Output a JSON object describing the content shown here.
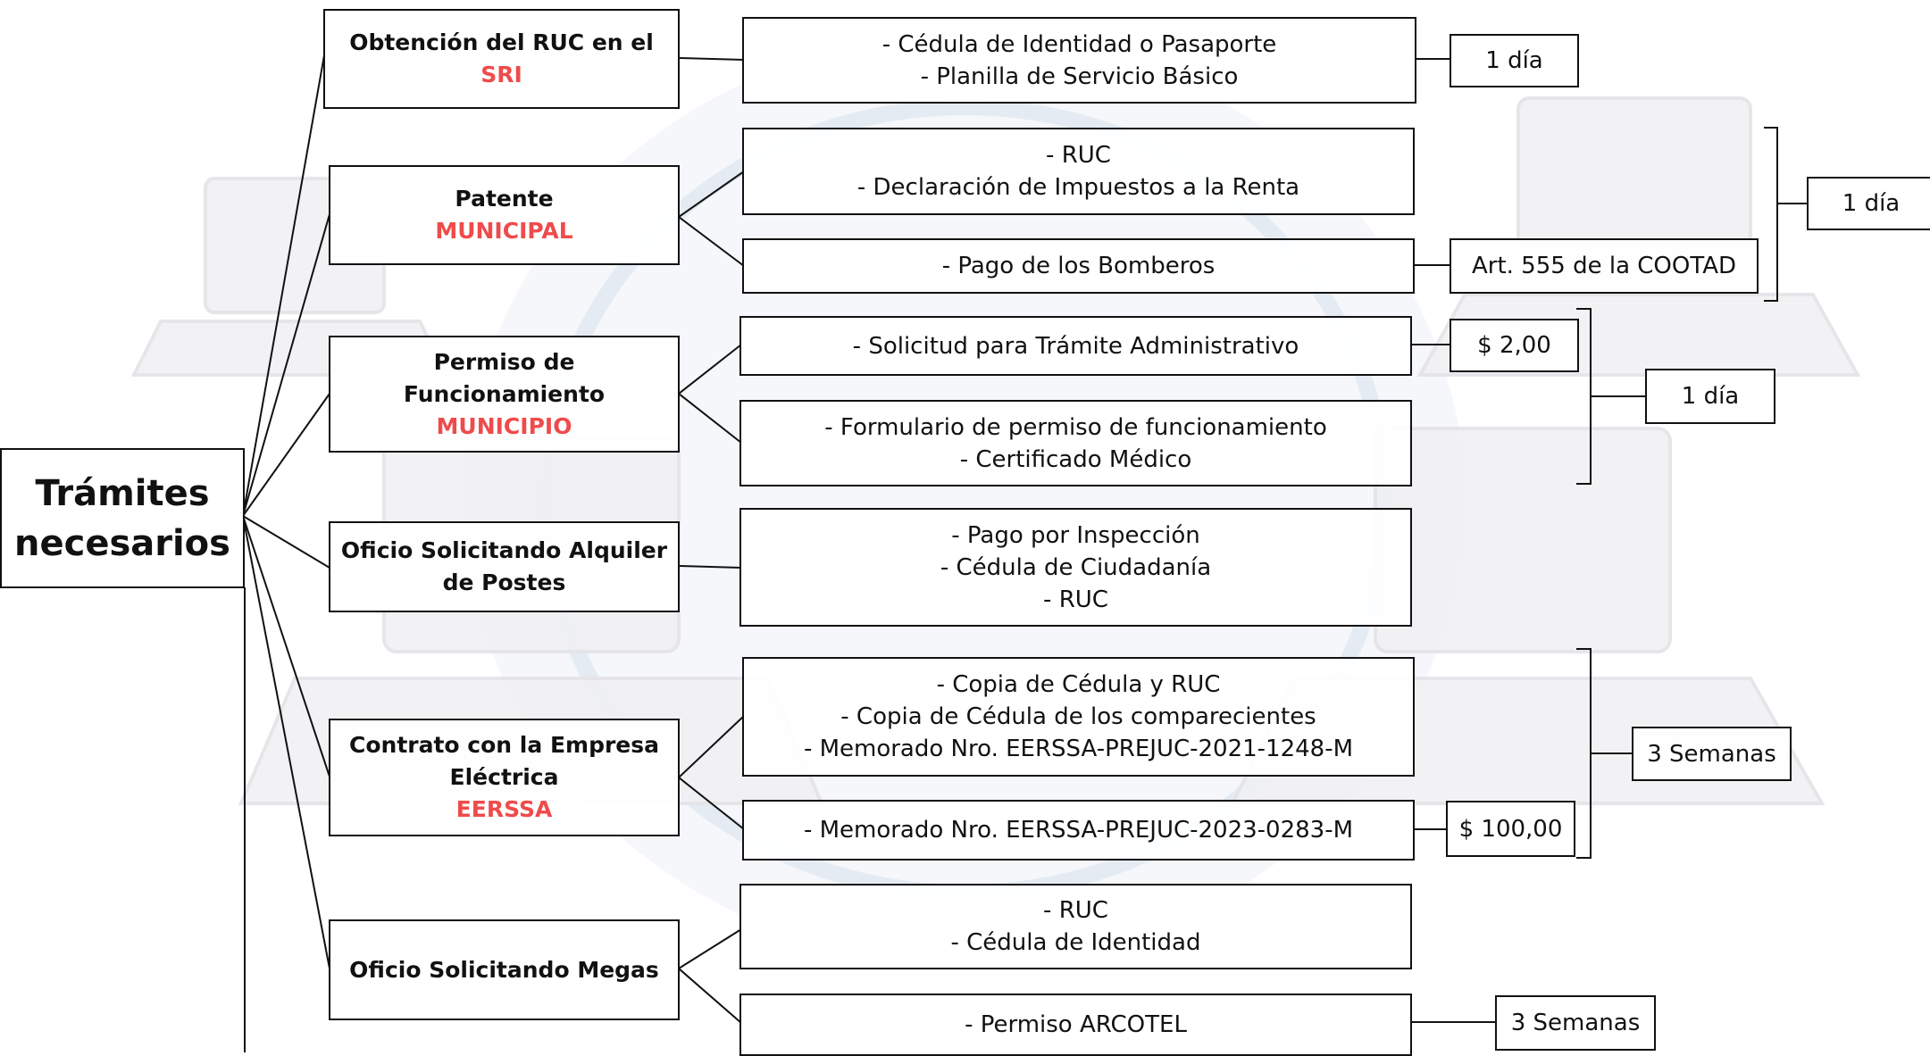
{
  "root": {
    "title_line1": "Trámites",
    "title_line2": "necesarios"
  },
  "colors": {
    "accent": "#ef4b4b",
    "border": "#111111"
  },
  "categories": [
    {
      "line1": "Obtención del RUC en el",
      "line2": "",
      "accent": "SRI"
    },
    {
      "line1": "Patente",
      "line2": "",
      "accent": "MUNICIPAL"
    },
    {
      "line1": "Permiso de",
      "line2": "Funcionamiento",
      "accent": "MUNICIPIO"
    },
    {
      "line1": "Oficio Solicitando Alquiler",
      "line2": "de Postes",
      "accent": ""
    },
    {
      "line1": "Contrato con la Empresa",
      "line2": "Eléctrica",
      "accent": "EERSSA"
    },
    {
      "line1": "Oficio Solicitando Megas",
      "line2": "",
      "accent": ""
    }
  ],
  "requirements": [
    {
      "lines": [
        "- Cédula de Identidad o Pasaporte",
        "- Planilla de Servicio Básico"
      ]
    },
    {
      "lines": [
        "- RUC",
        "- Declaración de Impuestos a la Renta"
      ]
    },
    {
      "lines": [
        "- Pago de los Bomberos"
      ]
    },
    {
      "lines": [
        "- Solicitud para Trámite Administrativo"
      ]
    },
    {
      "lines": [
        "- Formulario de permiso de funcionamiento",
        "- Certificado Médico"
      ]
    },
    {
      "lines": [
        "- Pago por Inspección",
        "- Cédula de Ciudadanía",
        "- RUC"
      ]
    },
    {
      "lines": [
        "- Copia de Cédula y RUC",
        "- Copia de Cédula de los comparecientes",
        "- Memorado Nro. EERSSA-PREJUC-2021-1248-M"
      ]
    },
    {
      "lines": [
        "- Memorado Nro. EERSSA-PREJUC-2023-0283-M"
      ]
    },
    {
      "lines": [
        "- RUC",
        "- Cédula de Identidad"
      ]
    },
    {
      "lines": [
        "- Permiso ARCOTEL"
      ]
    }
  ],
  "tags": {
    "sri_time": "1 día",
    "patente_time": "1 día",
    "cootad": "Art. 555 de la COOTAD",
    "solicitud_cost": "$ 2,00",
    "permiso_time": "1 día",
    "contrato_time": "3 Semanas",
    "memorando_cost": "$ 100,00",
    "arcotel_time": "3 Semanas"
  }
}
